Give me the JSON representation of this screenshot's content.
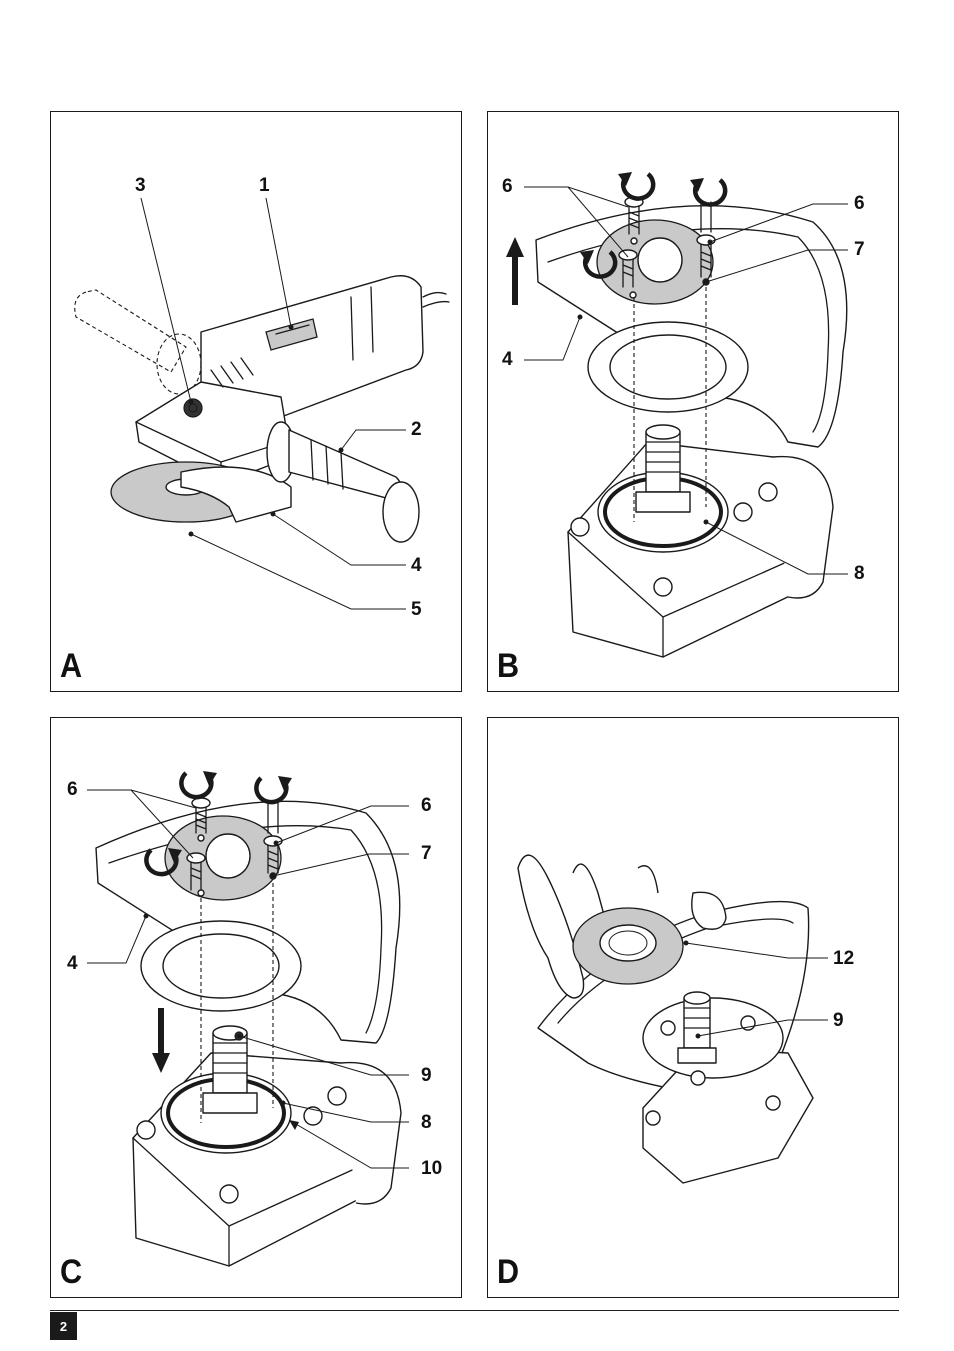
{
  "page_number": "2",
  "panels": [
    {
      "letter": "A",
      "callouts": [
        "3",
        "1",
        "2",
        "4",
        "5"
      ]
    },
    {
      "letter": "B",
      "callouts": [
        "6",
        "6",
        "7",
        "4",
        "8"
      ]
    },
    {
      "letter": "C",
      "callouts": [
        "6",
        "6",
        "7",
        "4",
        "9",
        "8",
        "10"
      ]
    },
    {
      "letter": "D",
      "callouts": [
        "12",
        "9"
      ]
    }
  ],
  "icons": [
    "rotate-counterclockwise-icon",
    "rotate-clockwise-icon",
    "arrow-up-icon",
    "arrow-down-icon"
  ]
}
